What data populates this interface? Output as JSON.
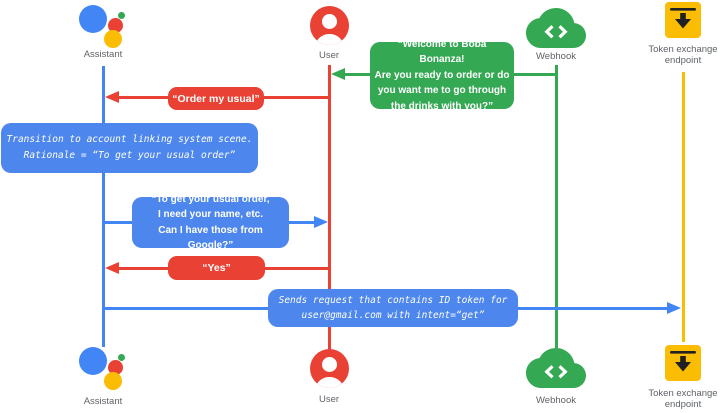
{
  "colors": {
    "blue_line": "#4285F4",
    "blue_bubble": "#4D86EC",
    "red": "#E94235",
    "green": "#34A853",
    "yellow": "#FBBC04",
    "label_gray": "#5F6368",
    "icon_dark": "#202124"
  },
  "actors": {
    "assistant": {
      "label": "Assistant",
      "icon": "google-assistant-logo"
    },
    "user": {
      "label": "User",
      "icon": "user-avatar"
    },
    "webhook": {
      "label": "Webhook",
      "icon": "code-cloud"
    },
    "token_endpoint": {
      "label": "Token exchange\nendpoint",
      "icon": "inbox-download"
    }
  },
  "messages": {
    "welcome": {
      "from": "webhook",
      "to": "user",
      "color": "green",
      "text": "“Welcome to Boba Bonanza!\nAre you ready to order or do\nyou want me to go through\nthe drinks with you?”"
    },
    "order_my_usual": {
      "from": "user",
      "to": "assistant",
      "color": "red",
      "text": "“Order my usual”"
    },
    "transition_note": {
      "from": "assistant",
      "color": "blue",
      "text": "Transition to account linking system scene.\nRationale = “To get your usual order”"
    },
    "ask_permission": {
      "from": "assistant",
      "to": "user",
      "color": "blue",
      "text": "“To get your usual order,\nI need your name, etc.\nCan I have those from Google?”"
    },
    "yes": {
      "from": "user",
      "to": "assistant",
      "color": "red",
      "text": "“Yes”"
    },
    "send_request": {
      "from": "assistant",
      "to": "token_endpoint",
      "color": "blue",
      "text": "Sends request that contains ID token for\nuser@gmail.com with intent=“get”"
    }
  }
}
